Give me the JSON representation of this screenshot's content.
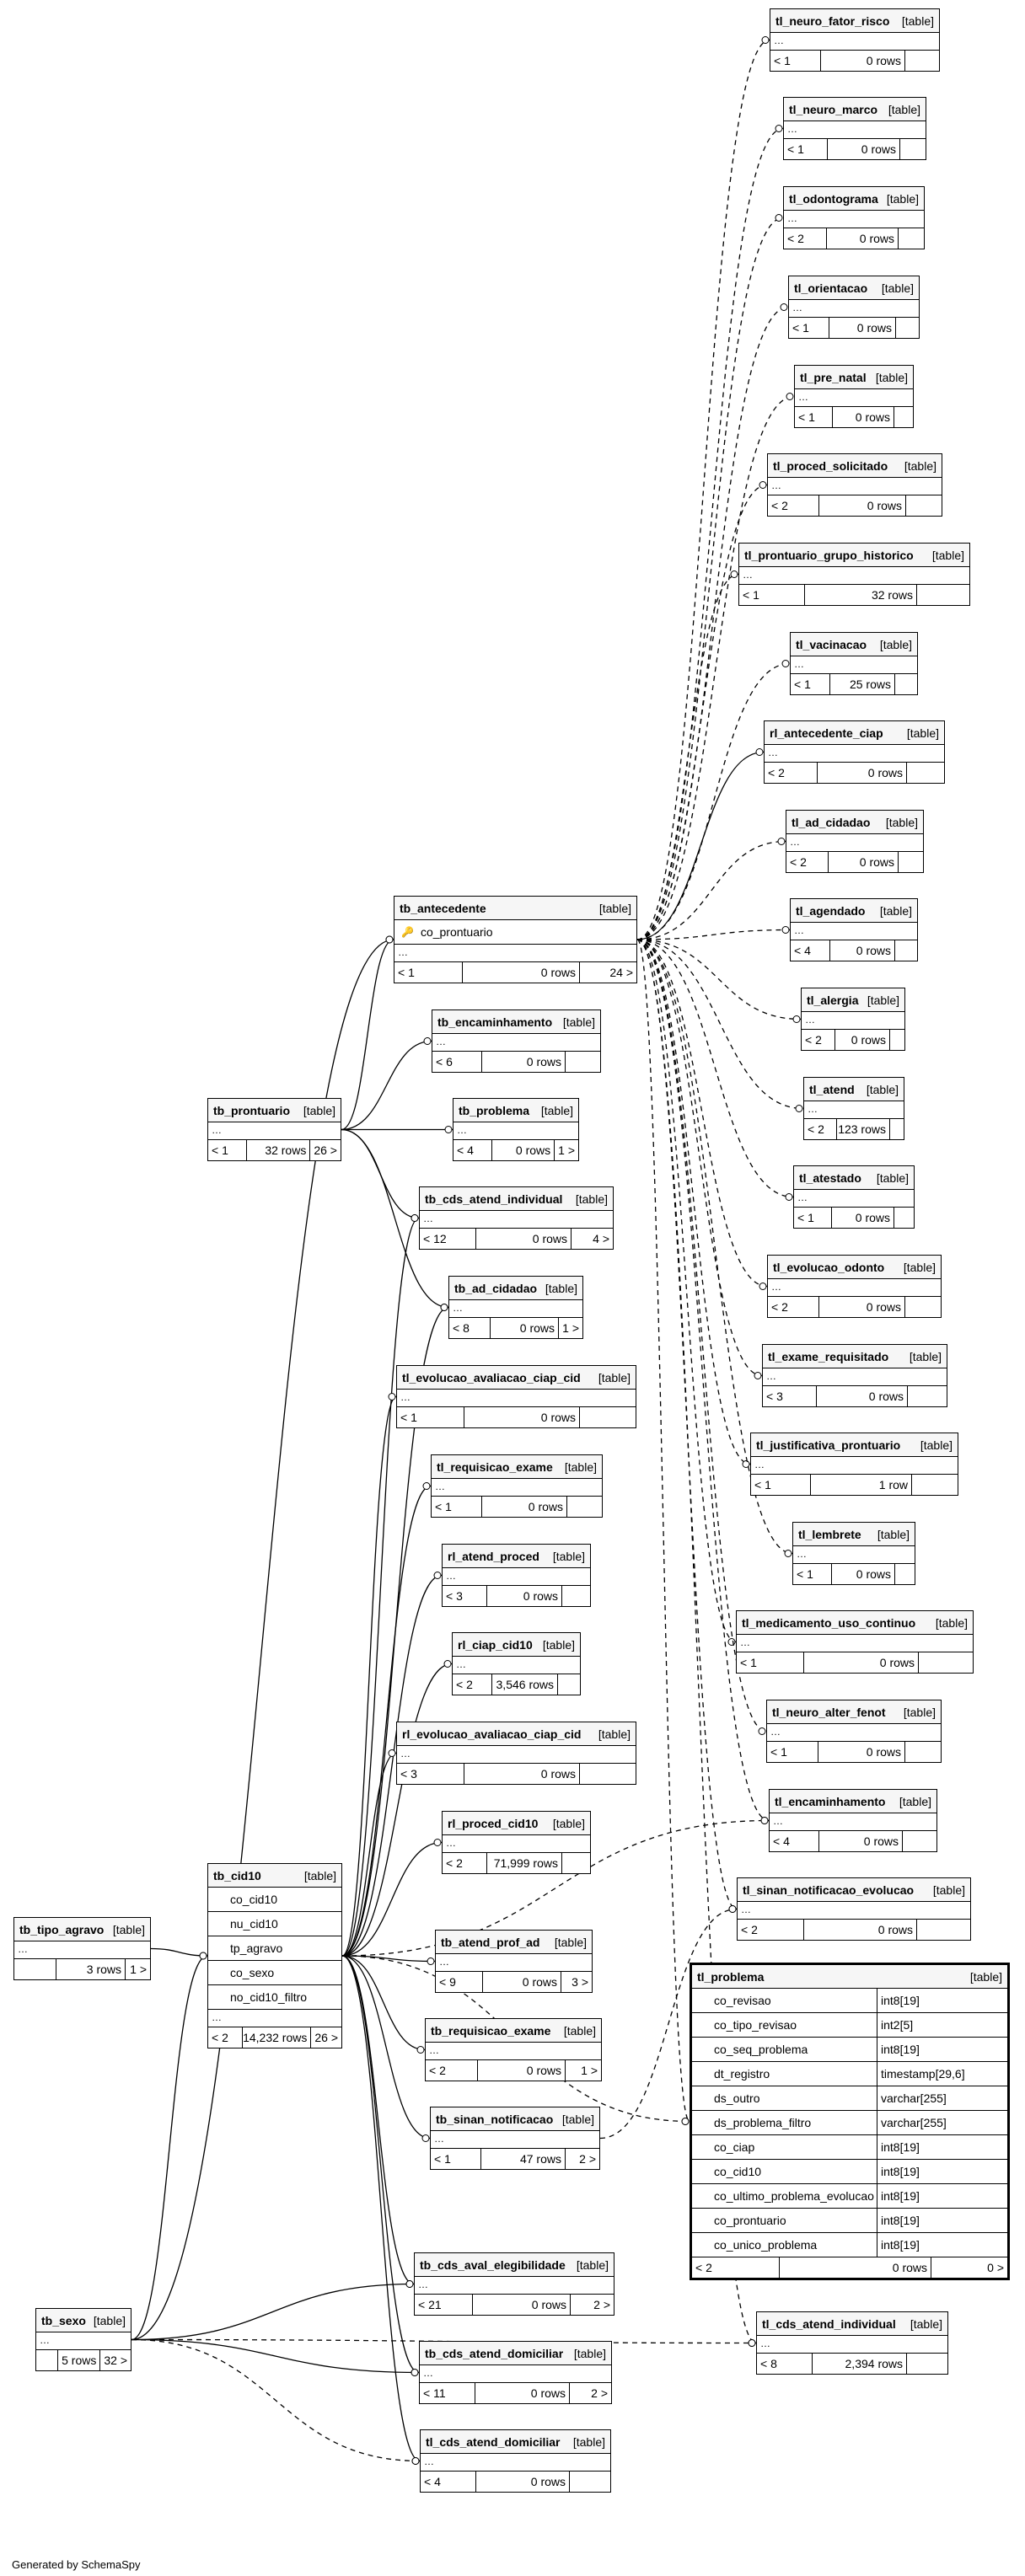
{
  "footer": "Generated by SchemaSpy",
  "type_label": "[table]",
  "tables": [
    {
      "id": "tl_neuro_fator_risco",
      "name": "tl_neuro_fator_risco",
      "left": "< 1",
      "rows": "0 rows",
      "right": ""
    },
    {
      "id": "tl_neuro_marco",
      "name": "tl_neuro_marco",
      "left": "< 1",
      "rows": "0 rows",
      "right": ""
    },
    {
      "id": "tl_odontograma",
      "name": "tl_odontograma",
      "left": "< 2",
      "rows": "0 rows",
      "right": ""
    },
    {
      "id": "tl_orientacao",
      "name": "tl_orientacao",
      "left": "< 1",
      "rows": "0 rows",
      "right": ""
    },
    {
      "id": "tl_pre_natal",
      "name": "tl_pre_natal",
      "left": "< 1",
      "rows": "0 rows",
      "right": ""
    },
    {
      "id": "tl_proced_solicitado",
      "name": "tl_proced_solicitado",
      "left": "< 2",
      "rows": "0 rows",
      "right": ""
    },
    {
      "id": "tl_prontuario_grupo_historico",
      "name": "tl_prontuario_grupo_historico",
      "left": "< 1",
      "rows": "32 rows",
      "right": ""
    },
    {
      "id": "tl_vacinacao",
      "name": "tl_vacinacao",
      "left": "< 1",
      "rows": "25 rows",
      "right": ""
    },
    {
      "id": "rl_antecedente_ciap",
      "name": "rl_antecedente_ciap",
      "left": "< 2",
      "rows": "0 rows",
      "right": ""
    },
    {
      "id": "tl_ad_cidadao",
      "name": "tl_ad_cidadao",
      "left": "< 2",
      "rows": "0 rows",
      "right": ""
    },
    {
      "id": "tl_agendado",
      "name": "tl_agendado",
      "left": "< 4",
      "rows": "0 rows",
      "right": ""
    },
    {
      "id": "tl_alergia",
      "name": "tl_alergia",
      "left": "< 2",
      "rows": "0 rows",
      "right": ""
    },
    {
      "id": "tl_atend",
      "name": "tl_atend",
      "left": "< 2",
      "rows": "123 rows",
      "right": ""
    },
    {
      "id": "tl_atestado",
      "name": "tl_atestado",
      "left": "< 1",
      "rows": "0 rows",
      "right": ""
    },
    {
      "id": "tl_evolucao_odonto",
      "name": "tl_evolucao_odonto",
      "left": "< 2",
      "rows": "0 rows",
      "right": ""
    },
    {
      "id": "tl_exame_requisitado",
      "name": "tl_exame_requisitado",
      "left": "< 3",
      "rows": "0 rows",
      "right": ""
    },
    {
      "id": "tl_justificativa_prontuario",
      "name": "tl_justificativa_prontuario",
      "left": "< 1",
      "rows": "1 row",
      "right": ""
    },
    {
      "id": "tl_lembrete",
      "name": "tl_lembrete",
      "left": "< 1",
      "rows": "0 rows",
      "right": ""
    },
    {
      "id": "tl_medicamento_uso_continuo",
      "name": "tl_medicamento_uso_continuo",
      "left": "< 1",
      "rows": "0 rows",
      "right": ""
    },
    {
      "id": "tl_neuro_alter_fenot",
      "name": "tl_neuro_alter_fenot",
      "left": "< 1",
      "rows": "0 rows",
      "right": ""
    },
    {
      "id": "tl_encaminhamento",
      "name": "tl_encaminhamento",
      "left": "< 4",
      "rows": "0 rows",
      "right": ""
    },
    {
      "id": "tl_sinan_notificacao_evolucao",
      "name": "tl_sinan_notificacao_evolucao",
      "left": "< 2",
      "rows": "0 rows",
      "right": ""
    },
    {
      "id": "tl_cds_atend_individual",
      "name": "tl_cds_atend_individual",
      "left": "< 8",
      "rows": "2,394 rows",
      "right": ""
    },
    {
      "id": "tb_antecedente",
      "name": "tb_antecedente",
      "columns": [
        {
          "name": "co_prontuario",
          "key": true
        }
      ],
      "left": "< 1",
      "rows": "0 rows",
      "right": "24 >"
    },
    {
      "id": "tb_encaminhamento",
      "name": "tb_encaminhamento",
      "left": "< 6",
      "rows": "0 rows",
      "right": ""
    },
    {
      "id": "tb_prontuario",
      "name": "tb_prontuario",
      "left": "< 1",
      "rows": "32 rows",
      "right": "26 >"
    },
    {
      "id": "tb_problema",
      "name": "tb_problema",
      "left": "< 4",
      "rows": "0 rows",
      "right": "1 >"
    },
    {
      "id": "tb_cds_atend_individual",
      "name": "tb_cds_atend_individual",
      "left": "< 12",
      "rows": "0 rows",
      "right": "4 >"
    },
    {
      "id": "tb_ad_cidadao",
      "name": "tb_ad_cidadao",
      "left": "< 8",
      "rows": "0 rows",
      "right": "1 >"
    },
    {
      "id": "tl_evolucao_avaliacao_ciap_cid",
      "name": "tl_evolucao_avaliacao_ciap_cid",
      "left": "< 1",
      "rows": "0 rows",
      "right": ""
    },
    {
      "id": "tl_requisicao_exame",
      "name": "tl_requisicao_exame",
      "left": "< 1",
      "rows": "0 rows",
      "right": ""
    },
    {
      "id": "rl_atend_proced",
      "name": "rl_atend_proced",
      "left": "< 3",
      "rows": "0 rows",
      "right": ""
    },
    {
      "id": "rl_ciap_cid10",
      "name": "rl_ciap_cid10",
      "left": "< 2",
      "rows": "3,546 rows",
      "right": ""
    },
    {
      "id": "rl_evolucao_avaliacao_ciap_cid",
      "name": "rl_evolucao_avaliacao_ciap_cid",
      "left": "< 3",
      "rows": "0 rows",
      "right": ""
    },
    {
      "id": "rl_proced_cid10",
      "name": "rl_proced_cid10",
      "left": "< 2",
      "rows": "71,999 rows",
      "right": ""
    },
    {
      "id": "tb_cid10",
      "name": "tb_cid10",
      "columns": [
        {
          "name": "co_cid10"
        },
        {
          "name": "nu_cid10"
        },
        {
          "name": "tp_agravo"
        },
        {
          "name": "co_sexo"
        },
        {
          "name": "no_cid10_filtro"
        }
      ],
      "left": "< 2",
      "rows": "14,232 rows",
      "right": "26 >"
    },
    {
      "id": "tb_tipo_agravo",
      "name": "tb_tipo_agravo",
      "left": "",
      "rows": "3 rows",
      "right": "1 >"
    },
    {
      "id": "tb_atend_prof_ad",
      "name": "tb_atend_prof_ad",
      "left": "< 9",
      "rows": "0 rows",
      "right": "3 >"
    },
    {
      "id": "tb_requisicao_exame",
      "name": "tb_requisicao_exame",
      "left": "< 2",
      "rows": "0 rows",
      "right": "1 >"
    },
    {
      "id": "tb_sinan_notificacao",
      "name": "tb_sinan_notificacao",
      "left": "< 1",
      "rows": "47 rows",
      "right": "2 >"
    },
    {
      "id": "tb_cds_aval_elegibilidade",
      "name": "tb_cds_aval_elegibilidade",
      "left": "< 21",
      "rows": "0 rows",
      "right": "2 >"
    },
    {
      "id": "tb_cds_atend_domiciliar",
      "name": "tb_cds_atend_domiciliar",
      "left": "< 11",
      "rows": "0 rows",
      "right": "2 >"
    },
    {
      "id": "tl_cds_atend_domiciliar",
      "name": "tl_cds_atend_domiciliar",
      "left": "< 4",
      "rows": "0 rows",
      "right": ""
    },
    {
      "id": "tb_sexo",
      "name": "tb_sexo",
      "left": "",
      "rows": "5 rows",
      "right": "32 >"
    },
    {
      "id": "tl_problema",
      "name": "tl_problema",
      "focus": true,
      "columns": [
        {
          "name": "co_revisao",
          "type": "int8[19]"
        },
        {
          "name": "co_tipo_revisao",
          "type": "int2[5]"
        },
        {
          "name": "co_seq_problema",
          "type": "int8[19]"
        },
        {
          "name": "dt_registro",
          "type": "timestamp[29,6]"
        },
        {
          "name": "ds_outro",
          "type": "varchar[255]"
        },
        {
          "name": "ds_problema_filtro",
          "type": "varchar[255]"
        },
        {
          "name": "co_ciap",
          "type": "int8[19]"
        },
        {
          "name": "co_cid10",
          "type": "int8[19]"
        },
        {
          "name": "co_ultimo_problema_evolucao",
          "type": "int8[19]"
        },
        {
          "name": "co_prontuario",
          "type": "int8[19]"
        },
        {
          "name": "co_unico_problema",
          "type": "int8[19]"
        }
      ],
      "left": "< 2",
      "rows": "0 rows",
      "right": "0 >"
    }
  ]
}
